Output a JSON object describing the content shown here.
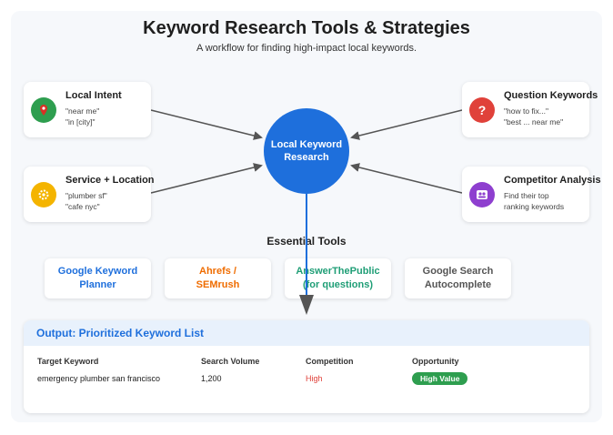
{
  "header": {
    "title": "Keyword Research Tools & Strategies",
    "subtitle": "A workflow for finding high-impact local keywords."
  },
  "hub": {
    "label": "Local Keyword Research"
  },
  "cards": {
    "local_intent": {
      "title": "Local Intent",
      "lines": [
        "\"near me\"",
        "\"in [city]\""
      ],
      "icon": "map-pin-icon",
      "color": "#2e9e4f"
    },
    "service_location": {
      "title": "Service + Location",
      "lines": [
        "\"plumber sf\"",
        "\"cafe nyc\""
      ],
      "icon": "gear-icon",
      "color": "#f4b400"
    },
    "question_keywords": {
      "title": "Question Keywords",
      "lines": [
        "\"how to fix...\"",
        "\"best ... near me\""
      ],
      "icon": "question-icon",
      "color": "#e0413a"
    },
    "competitor_analysis": {
      "title": "Competitor Analysis",
      "lines": [
        "Find their top",
        "ranking keywords"
      ],
      "icon": "users-icon",
      "color": "#8e3fcf"
    }
  },
  "tools": {
    "heading": "Essential Tools",
    "items": [
      {
        "line1": "Google Keyword",
        "line2": "Planner",
        "color": "#1e6fdc"
      },
      {
        "line1": "Ahrefs /",
        "line2": "SEMrush",
        "color": "#ef6c00"
      },
      {
        "line1": "AnswerThePublic",
        "line2": "(for questions)",
        "color": "#1f9e76"
      },
      {
        "line1": "Google Search",
        "line2": "Autocomplete",
        "color": "#555555"
      }
    ]
  },
  "output": {
    "title": "Output: Prioritized Keyword List",
    "columns": [
      "Target Keyword",
      "Search Volume",
      "Competition",
      "Opportunity"
    ],
    "row": {
      "keyword": "emergency plumber san francisco",
      "volume": "1,200",
      "competition": "High",
      "opportunity": "High Value"
    }
  },
  "colors": {
    "accent": "#1e6fdc",
    "competition_high": "#e0413a",
    "opportunity_badge": "#2e9e4f"
  }
}
